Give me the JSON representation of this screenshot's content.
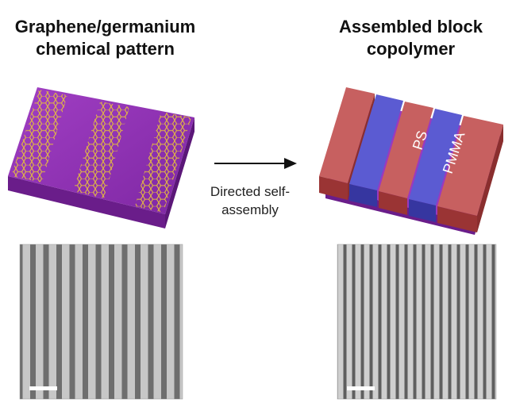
{
  "left_panel": {
    "title_line1": "Graphene/germanium",
    "title_line2": "chemical pattern"
  },
  "right_panel": {
    "title_line1": "Assembled block",
    "title_line2": "copolymer",
    "label_ps": "PS",
    "label_pmma": "PMMA"
  },
  "process": {
    "label_line1": "Directed self-",
    "label_line2": "assembly"
  },
  "colors": {
    "substrate_purple": "#8e2fb0",
    "graphene_gold": "#e8c23a",
    "ps_red": "#b84a4a",
    "pmma_blue": "#4c4cc0"
  }
}
